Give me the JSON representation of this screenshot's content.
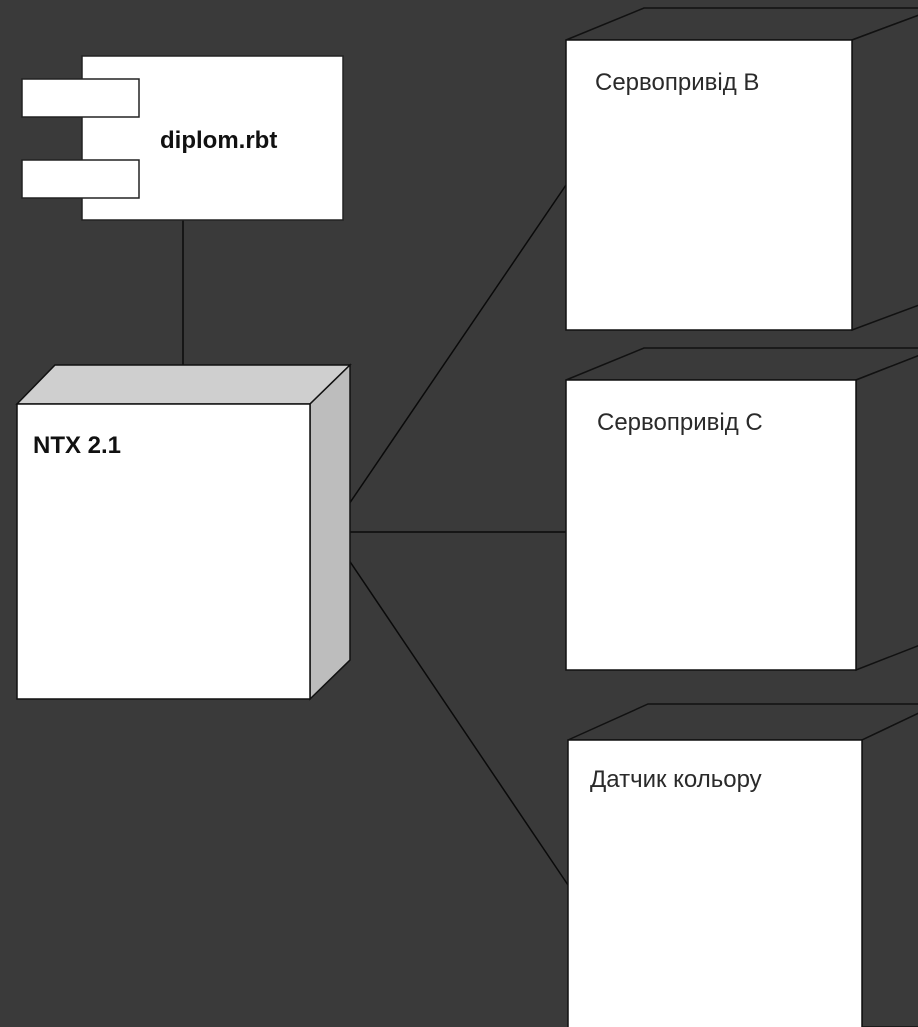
{
  "component": {
    "name": "diplom.rbt"
  },
  "controller": {
    "name": "NTX 2.1"
  },
  "devices": [
    {
      "name": "Сервопривід B"
    },
    {
      "name": "Сервопривід C"
    },
    {
      "name": "Датчик кольору"
    }
  ],
  "colors": {
    "background": "#3a3a3a",
    "node_face": "#ffffff",
    "controller_side": "#bdbdbd",
    "controller_top": "#cfcfcf",
    "lines": "#0a0a0a"
  }
}
